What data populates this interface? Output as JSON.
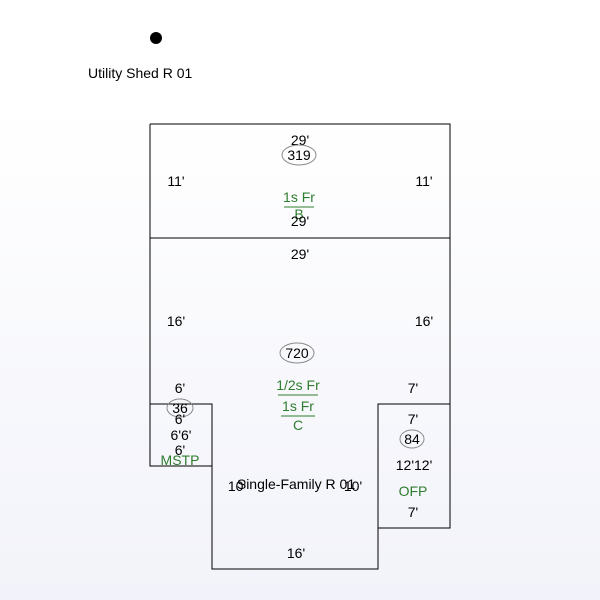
{
  "shed": {
    "name": "Utility Shed R 01"
  },
  "house": {
    "name": "Single-Family R 01"
  },
  "sections": {
    "top": {
      "area": "319",
      "code1": "1s Fr",
      "code2": "B",
      "top_dim": "29'",
      "bottom_dim": "29'",
      "left_dim": "11'",
      "right_dim": "11'"
    },
    "main": {
      "area": "720",
      "code1": "1/2s Fr",
      "code2": "1s Fr",
      "code3": "C",
      "top_dim": "29'",
      "left_dim": "16'",
      "right_dim": "16'",
      "bottom_dim": "16'",
      "left_step_dim": "6'",
      "right_step_dim": "7'",
      "inner_left_dim": "10'",
      "inner_right_dim": "10'"
    },
    "mstp": {
      "area": "36",
      "label": "MSTP",
      "dim_a": "6'",
      "dim_b": "6'6'",
      "dim_c": "6'"
    },
    "ofp": {
      "area": "84",
      "label": "OFP",
      "top_dim": "7'",
      "side_dims": "12'12'",
      "bottom_dim": "7'"
    }
  },
  "colors": {
    "line": "#000000",
    "code_text": "#2e7d2e",
    "oval": "#8a8a8a"
  }
}
